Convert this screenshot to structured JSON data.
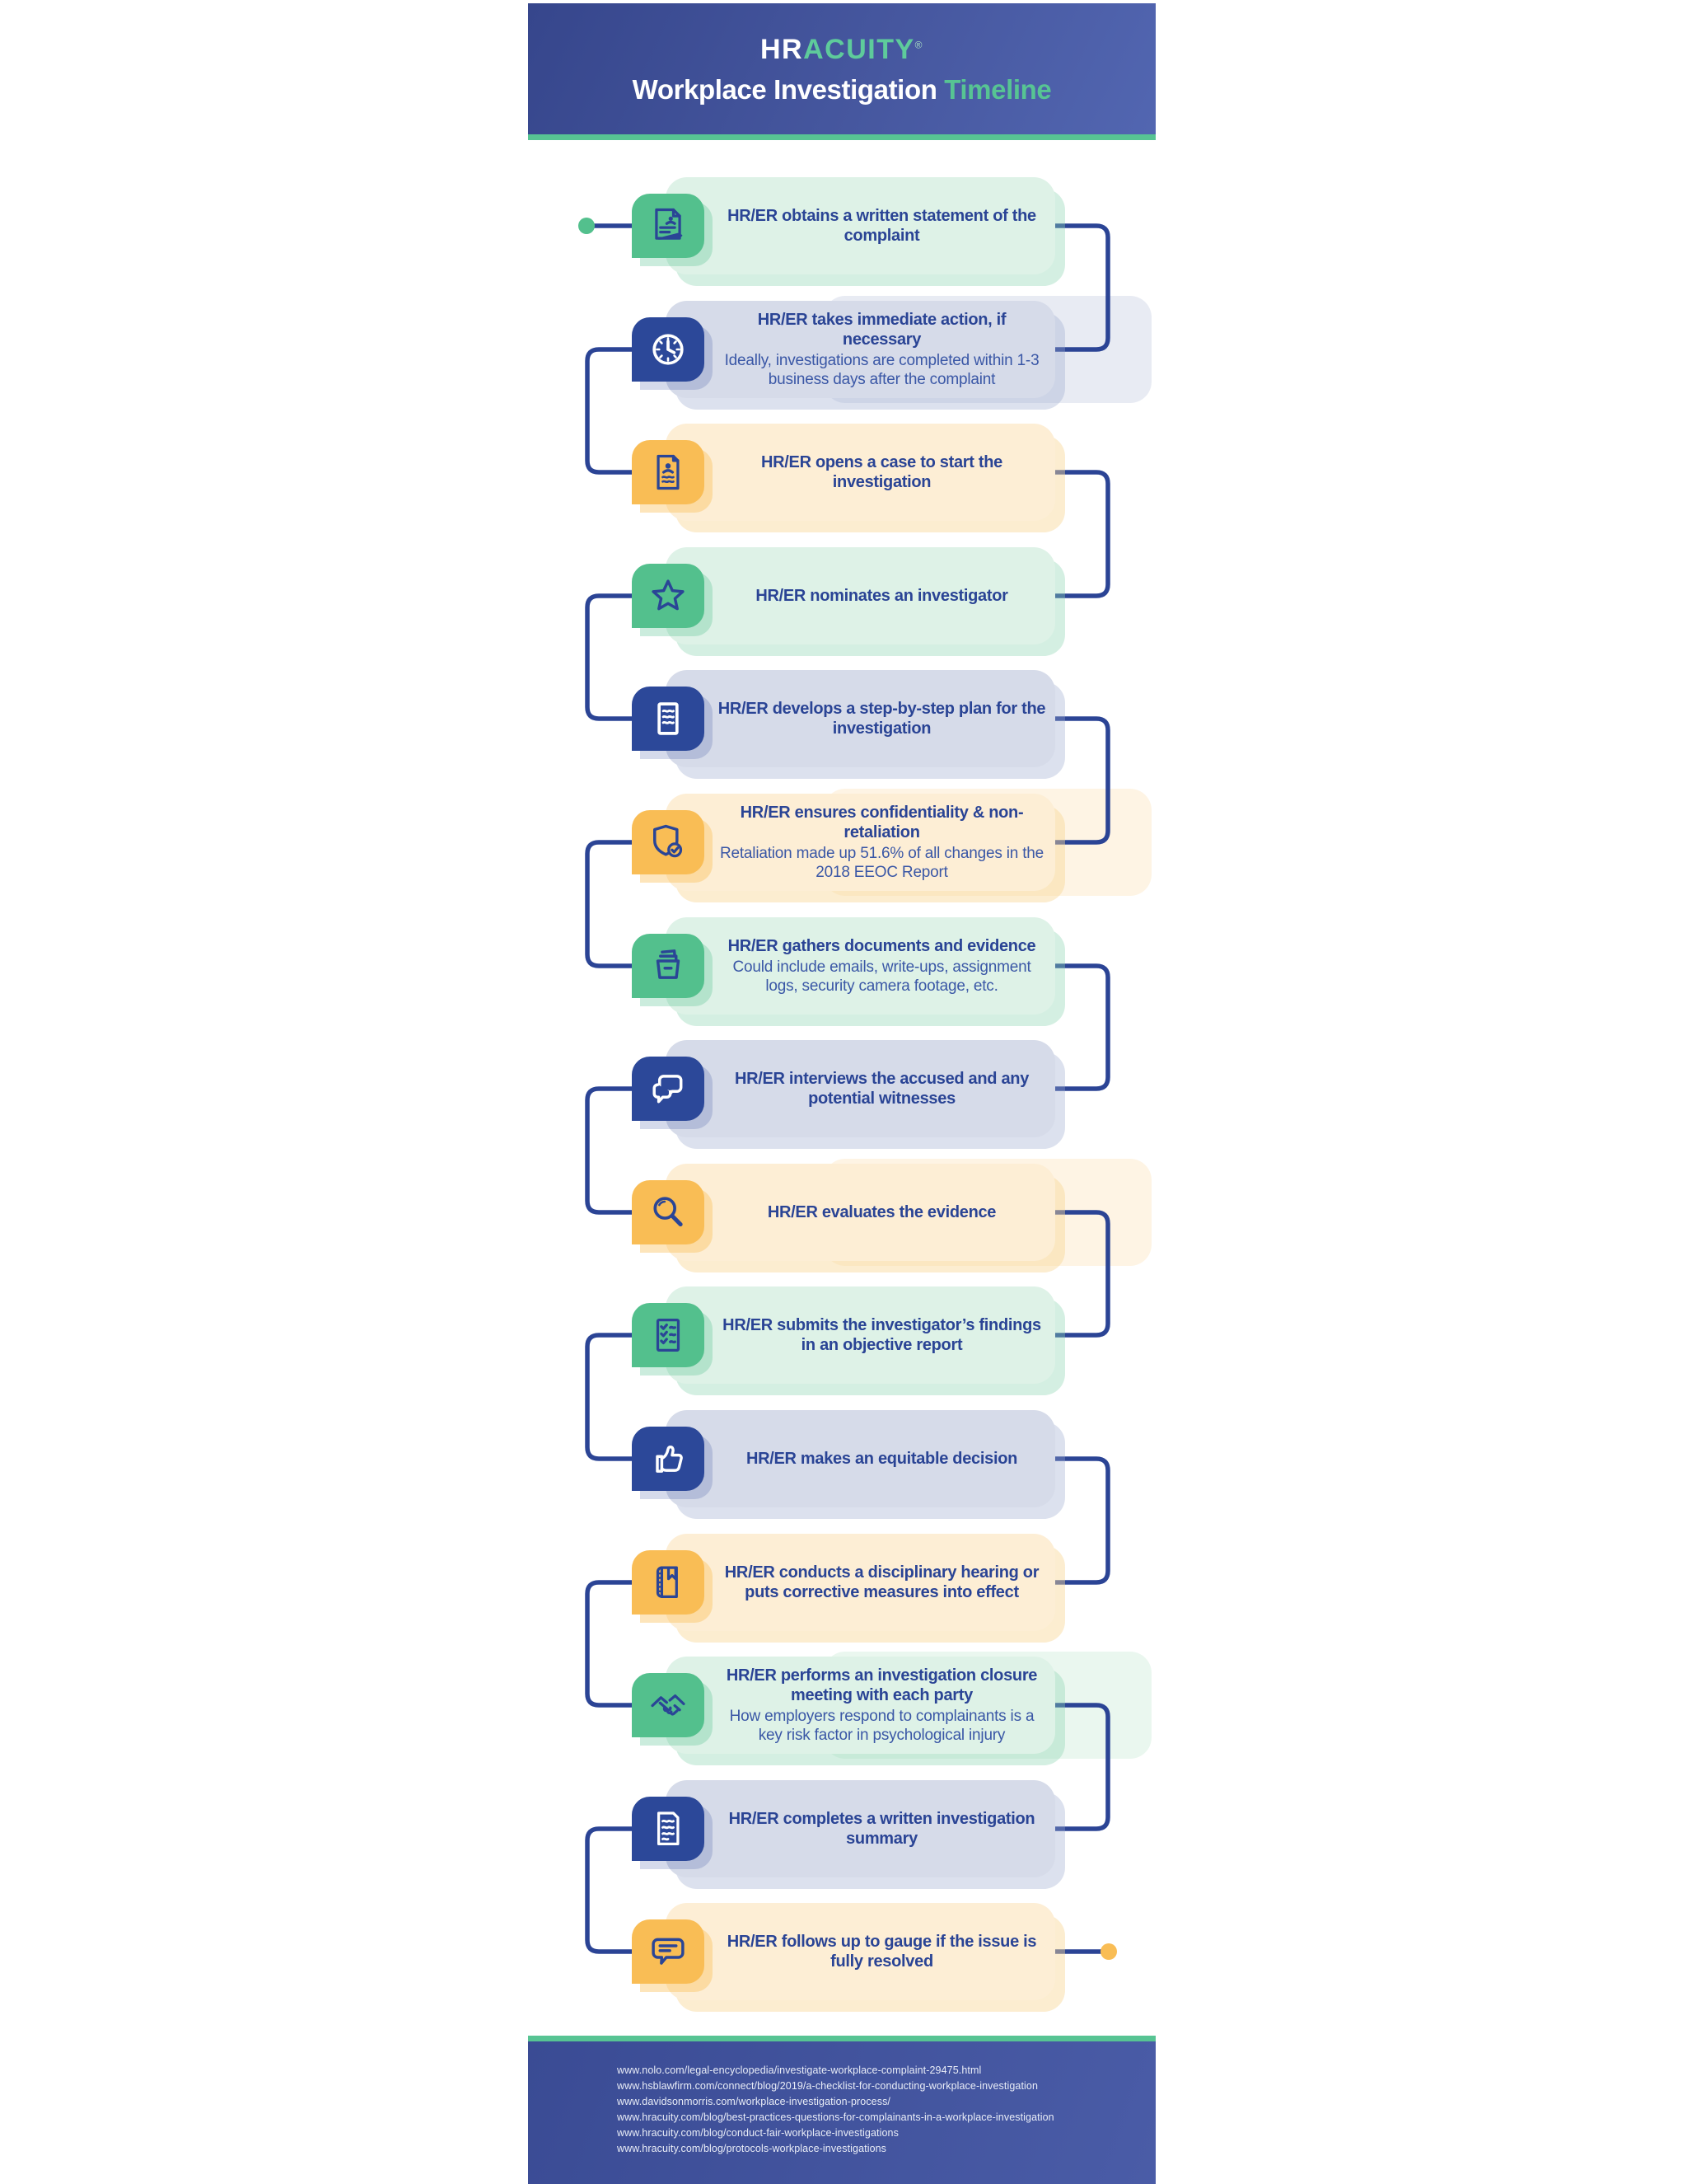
{
  "header": {
    "logo_hr": "HR",
    "logo_acuity": "ACUITY",
    "logo_mark": "®",
    "title_main": "Workplace Investigation",
    "title_accent": "Timeline"
  },
  "palette": {
    "navy": "#2b4495",
    "tile_navy": "#2c4899",
    "green": "#53c08d",
    "orange": "#f9bd55",
    "accent_green": "#57c493",
    "mint_bg": "#def2e7",
    "lavender_bg": "#d6dbe9",
    "cream_bg": "#fdeed5"
  },
  "timeline": {
    "start_marker": "green-dot",
    "end_marker": "orange-dot",
    "cards": [
      {
        "theme": "green",
        "icon": "document-pen",
        "title": "HR/ER obtains a written statement of the complaint"
      },
      {
        "theme": "navy",
        "icon": "clock",
        "title": "HR/ER takes immediate action, if necessary",
        "subtitle": "Ideally, investigations are completed within 1-3 business days after the complaint"
      },
      {
        "theme": "orange",
        "icon": "id-document",
        "title": "HR/ER opens a case to start the investigation"
      },
      {
        "theme": "green",
        "icon": "star",
        "title": "HR/ER nominates an investigator"
      },
      {
        "theme": "navy",
        "icon": "notepad",
        "title": "HR/ER develops a step-by-step plan for the investigation"
      },
      {
        "theme": "orange",
        "icon": "shield-check",
        "title": "HR/ER ensures confidentiality & non-retaliation",
        "subtitle": "Retaliation made up 51.6% of all changes in the 2018 EEOC Report"
      },
      {
        "theme": "green",
        "icon": "archive-box",
        "title": "HR/ER gathers documents and evidence",
        "subtitle": "Could include emails, write-ups, assignment logs, security camera footage, etc."
      },
      {
        "theme": "navy",
        "icon": "speech-bubbles",
        "title": "HR/ER interviews the accused and any potential witnesses"
      },
      {
        "theme": "orange",
        "icon": "magnifier",
        "title": "HR/ER evaluates the evidence"
      },
      {
        "theme": "green",
        "icon": "checklist",
        "title": "HR/ER submits the investigator’s findings in an objective report"
      },
      {
        "theme": "navy",
        "icon": "thumbs-up",
        "title": "HR/ER makes an equitable decision"
      },
      {
        "theme": "orange",
        "icon": "book-bookmark",
        "title": "HR/ER conducts a disciplinary hearing or puts corrective measures into effect"
      },
      {
        "theme": "green",
        "icon": "handshake",
        "title": "HR/ER performs an investigation closure meeting with each party",
        "subtitle": "How employers respond to complainants is a key risk factor in psychological injury"
      },
      {
        "theme": "navy",
        "icon": "document-lines",
        "title": "HR/ER completes a written investigation summary"
      },
      {
        "theme": "orange",
        "icon": "speech-bubble",
        "title": "HR/ER follows up to gauge if the issue is fully resolved"
      }
    ]
  },
  "footer": {
    "urls": [
      "www.nolo.com/legal-encyclopedia/investigate-workplace-complaint-29475.html",
      "www.hsblawfirm.com/connect/blog/2019/a-checklist-for-conducting-workplace-investigation",
      "www.davidsonmorris.com/workplace-investigation-process/",
      "www.hracuity.com/blog/best-practices-questions-for-complainants-in-a-workplace-investigation",
      "www.hracuity.com/blog/conduct-fair-workplace-investigations",
      "www.hracuity.com/blog/protocols-workplace-investigations"
    ]
  }
}
